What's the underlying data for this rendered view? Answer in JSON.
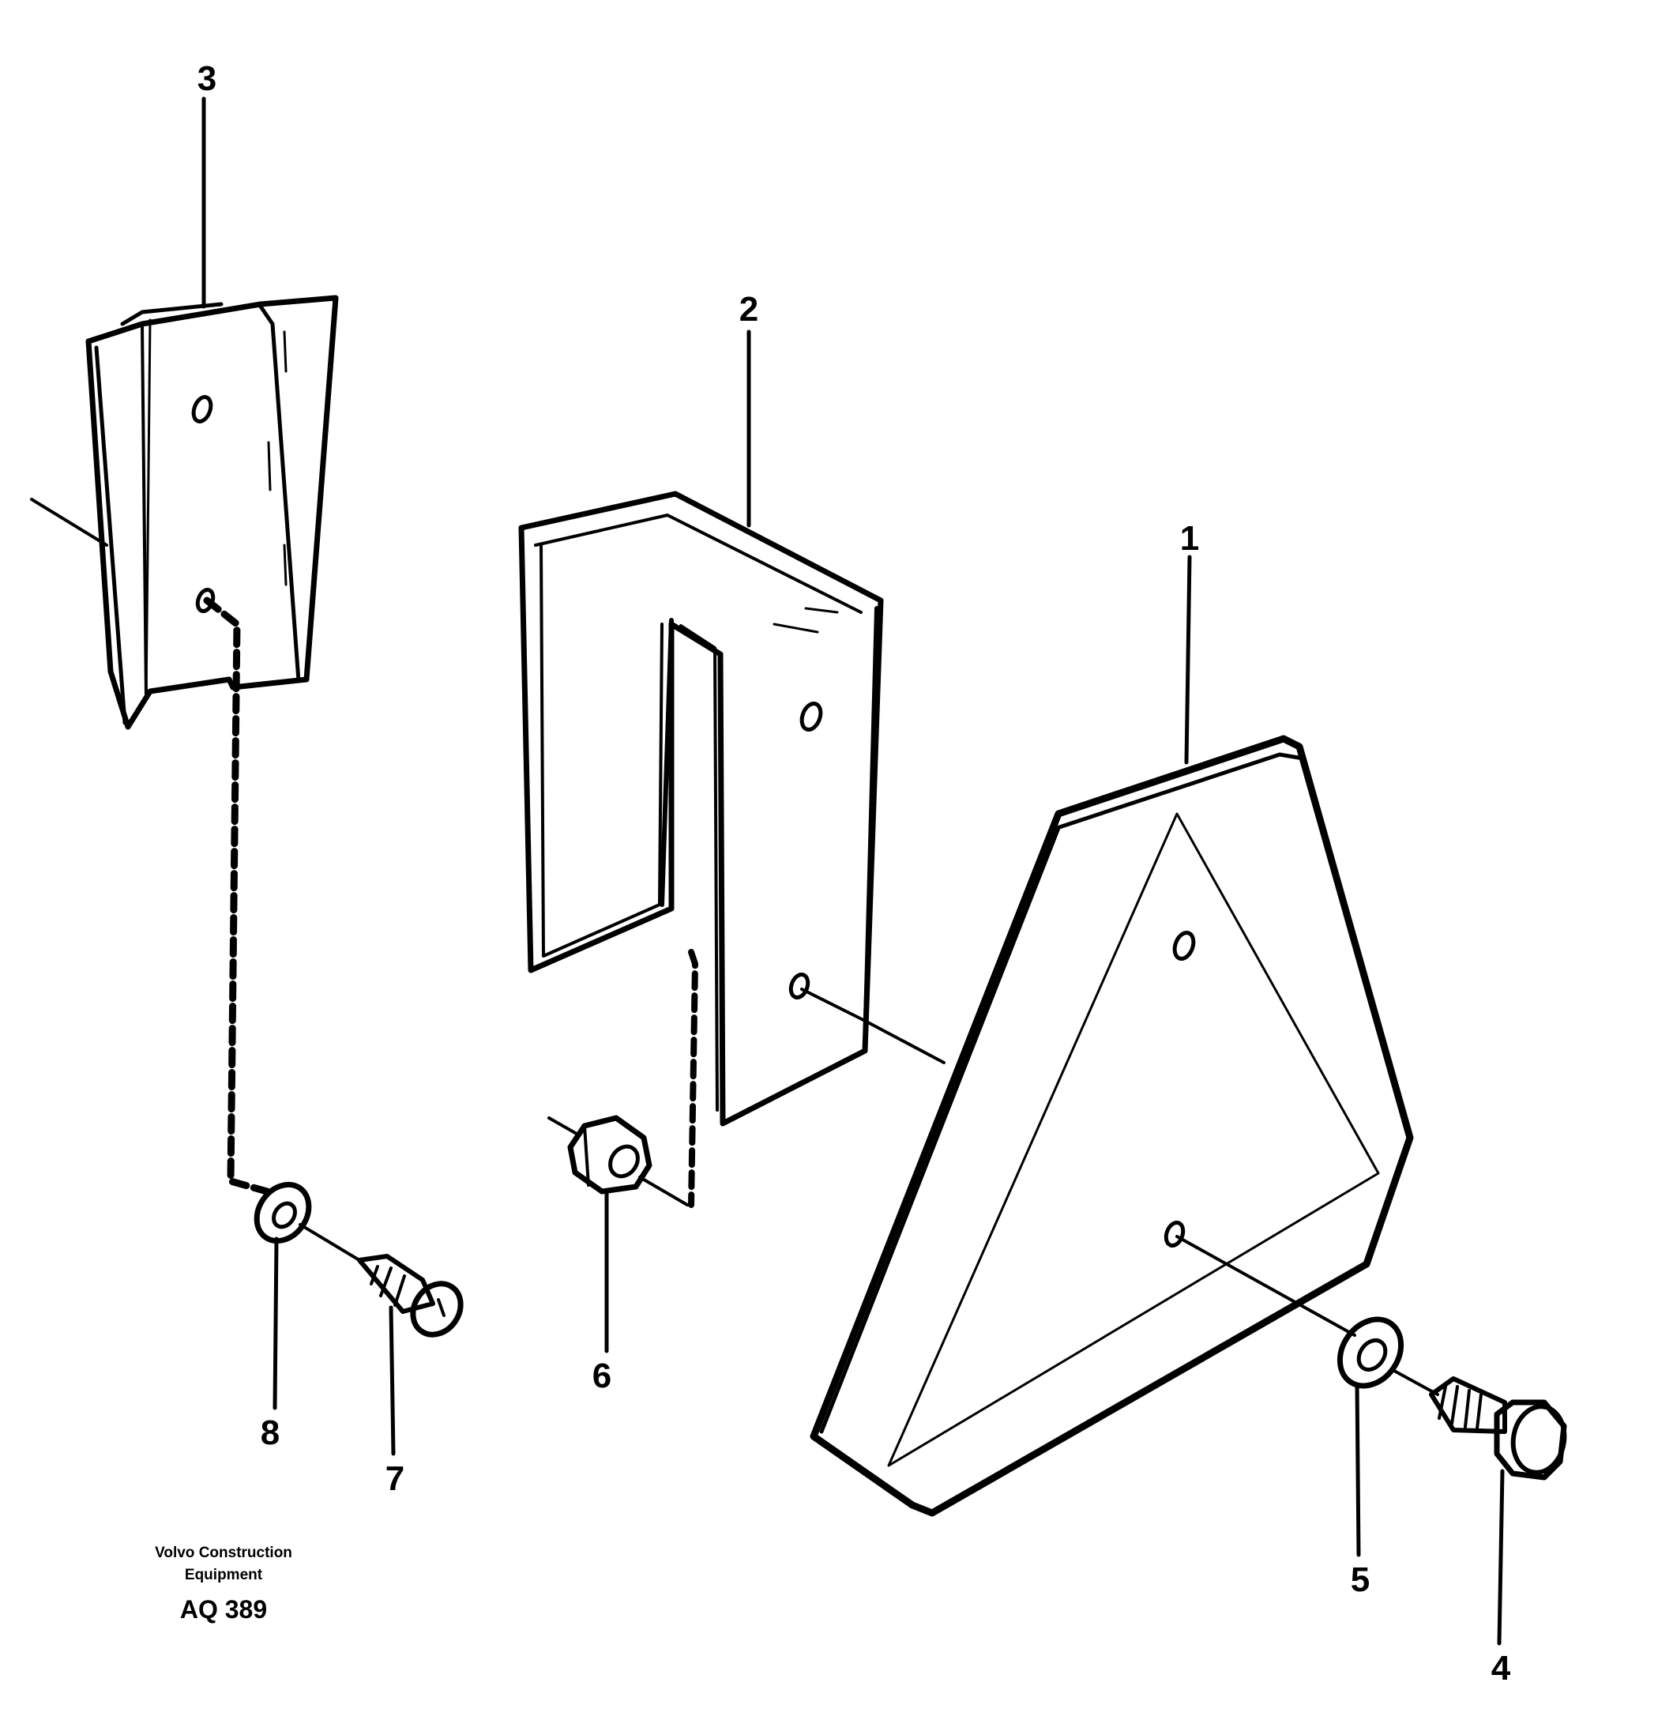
{
  "callouts": {
    "c1": "1",
    "c2": "2",
    "c3": "3",
    "c4": "4",
    "c5": "5",
    "c6": "6",
    "c7": "7",
    "c8": "8"
  },
  "footer": {
    "line1": "Volvo Construction",
    "line2": "Equipment",
    "code": "AQ 389"
  }
}
